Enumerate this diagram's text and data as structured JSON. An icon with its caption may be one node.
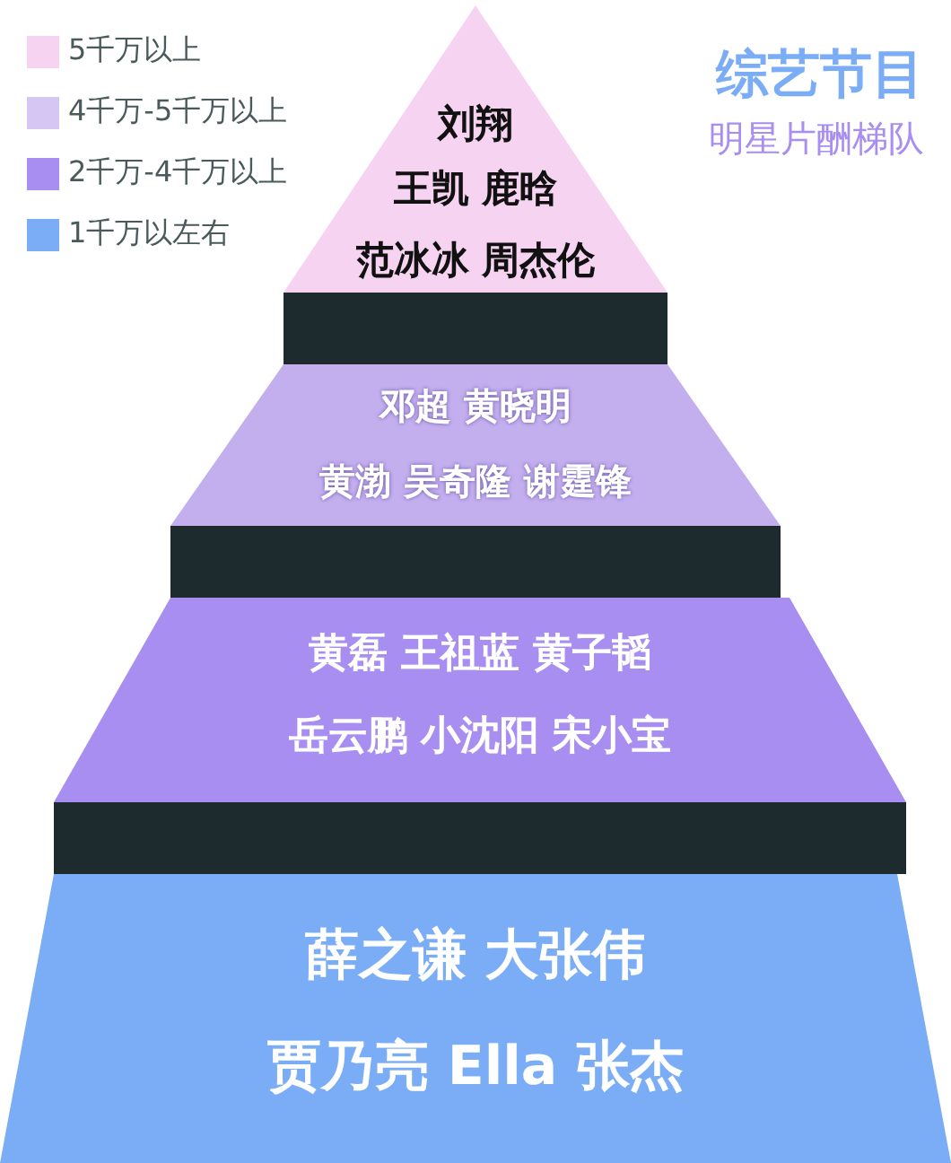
{
  "diagram": {
    "title": "综艺节目",
    "nodes": [
      {
        "text": [
          "刘翔",
          "王凯 鹿晗",
          "范冰冰 周杰伦"
        ]
      },
      {
        "text": [],
        "shape": "bar"
      },
      {
        "text": [
          "邓超 黄晓明",
          "黄渤 吴奇隆 谢霆锋"
        ]
      },
      {
        "text": [],
        "shape": "bar"
      },
      {
        "text": [
          "黄磊 王祖蓝 黄子韬",
          "岳云鹏 小沈阳 宋小宝"
        ]
      },
      {
        "text": [],
        "shape": "bar"
      },
      {
        "text": [
          "薛之谦 大张伟",
          "贾乃亮 Ella 张杰"
        ]
      }
    ],
    "edges": [],
    "labels": [
      "明星片酬梯队"
    ],
    "legend": [
      {
        "text": "5千万以上",
        "color": "#f6d4f1"
      },
      {
        "text": "4千万-5千万以上",
        "color": "#d6c6f4"
      },
      {
        "text": "2千万-4千万以上",
        "color": "#a98ef1"
      },
      {
        "text": "1千万以左右",
        "color": "#7badf6"
      }
    ]
  }
}
